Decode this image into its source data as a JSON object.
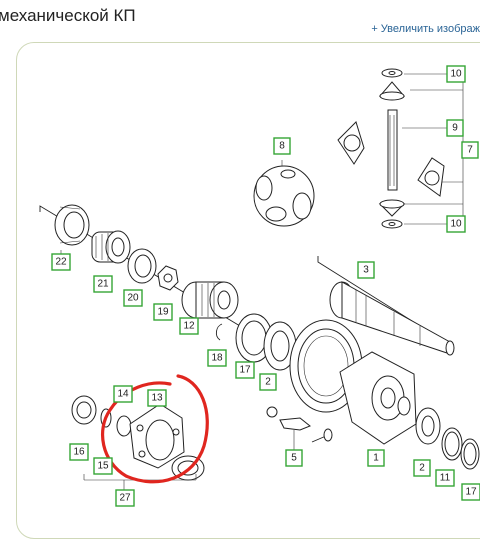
{
  "header": {
    "title": "механической КП",
    "zoom_link": "+ Увеличить изображ"
  },
  "callouts": [
    {
      "id": "c10a",
      "label": "10"
    },
    {
      "id": "c9",
      "label": "9"
    },
    {
      "id": "c7",
      "label": "7"
    },
    {
      "id": "c8",
      "label": "8"
    },
    {
      "id": "c10b",
      "label": "10"
    },
    {
      "id": "c22",
      "label": "22"
    },
    {
      "id": "c21",
      "label": "21"
    },
    {
      "id": "c20",
      "label": "20"
    },
    {
      "id": "c19",
      "label": "19"
    },
    {
      "id": "c12",
      "label": "12"
    },
    {
      "id": "c3",
      "label": "3"
    },
    {
      "id": "c18",
      "label": "18"
    },
    {
      "id": "c17a",
      "label": "17"
    },
    {
      "id": "c2a",
      "label": "2"
    },
    {
      "id": "c14",
      "label": "14"
    },
    {
      "id": "c13",
      "label": "13"
    },
    {
      "id": "c16",
      "label": "16"
    },
    {
      "id": "c15",
      "label": "15"
    },
    {
      "id": "c27",
      "label": "27"
    },
    {
      "id": "c5",
      "label": "5"
    },
    {
      "id": "c1",
      "label": "1"
    },
    {
      "id": "c2b",
      "label": "2"
    },
    {
      "id": "c11",
      "label": "11"
    },
    {
      "id": "c17b",
      "label": "17"
    }
  ],
  "colors": {
    "callout_border": "#35a535",
    "annotation": "#e0261f",
    "link": "#2a6496",
    "frame": "#cfd8b8"
  }
}
